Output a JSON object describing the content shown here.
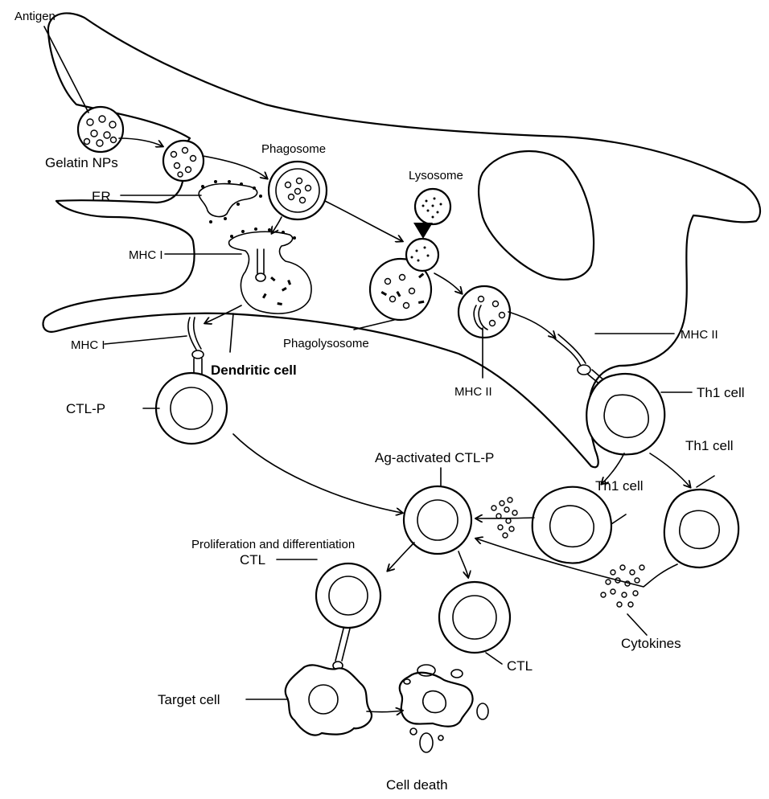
{
  "labels": {
    "antigen": "Antigen",
    "gelatin_nps": "Gelatin NPs",
    "phagosome": "Phagosome",
    "er": "ER",
    "lysosome": "Lysosome",
    "mhc1_upper": "MHC I",
    "mhc1_lower": "MHC I",
    "phagolysosome": "Phagolysosome",
    "mhc2_right": "MHC II",
    "mhc2_bottom": "MHC II",
    "dendritic_cell": "Dendritic cell",
    "ctl_p": "CTL-P",
    "th1_cell_main": "Th1 cell",
    "th1_cell_right": "Th1 cell",
    "th1_cell_mid": "Th1 cell",
    "ag_activated": "Ag-activated CTL-P",
    "proliferation": "Proliferation and differentiation",
    "ctl_left": "CTL",
    "ctl_right": "CTL",
    "cytokines": "Cytokines",
    "target_cell": "Target cell",
    "cell_death": "Cell death"
  }
}
